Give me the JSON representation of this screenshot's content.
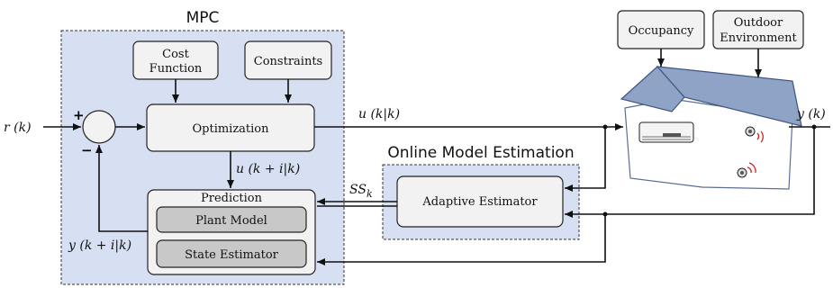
{
  "mpc": {
    "title": "MPC",
    "cost_function": [
      "Cost",
      "Function"
    ],
    "constraints": "Constraints",
    "optimization": "Optimization",
    "prediction": {
      "title": "Prediction",
      "plant_model": "Plant Model",
      "state_estimator": "State Estimator"
    }
  },
  "online_estimation": {
    "title": "Online Model Estimation",
    "adaptive_estimator": "Adaptive Estimator"
  },
  "building": {
    "occupancy": "Occupancy",
    "outdoor_environment": [
      "Outdoor",
      "Environment"
    ]
  },
  "signals": {
    "reference": "r (k)",
    "control": "u (k|k)",
    "control_horizon": "u (k + i|k)",
    "output": "y (k)",
    "predicted_output": "y (k + i|k)",
    "state_space": "SS",
    "state_space_sub": "k",
    "plus": "+",
    "minus": "−"
  },
  "colors": {
    "region_fill": "#d7e0f3",
    "box_fill": "#f2f2f2",
    "inner_box_fill": "#c8c8c8",
    "roof_fill": "#8fa3c7",
    "sensor_wave": "#cc2222"
  }
}
